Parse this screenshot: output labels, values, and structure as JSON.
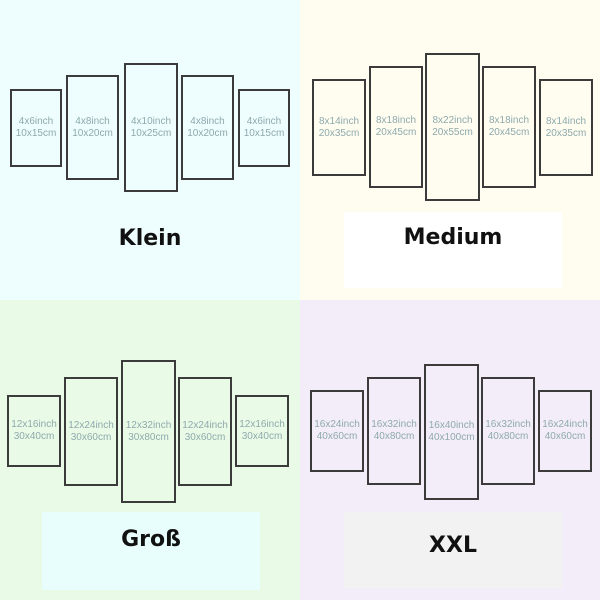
{
  "variants": [
    {
      "label": "Klein",
      "panels": [
        {
          "inch": "4x6inch",
          "cm": "10x15cm"
        },
        {
          "inch": "4x8inch",
          "cm": "10x20cm"
        },
        {
          "inch": "4x10inch",
          "cm": "10x25cm"
        },
        {
          "inch": "4x8inch",
          "cm": "10x20cm"
        },
        {
          "inch": "4x6inch",
          "cm": "10x15cm"
        }
      ]
    },
    {
      "label": "Medium",
      "panels": [
        {
          "inch": "8x14inch",
          "cm": "20x35cm"
        },
        {
          "inch": "8x18inch",
          "cm": "20x45cm"
        },
        {
          "inch": "8x22inch",
          "cm": "20x55cm"
        },
        {
          "inch": "8x18inch",
          "cm": "20x45cm"
        },
        {
          "inch": "8x14inch",
          "cm": "20x35cm"
        }
      ]
    },
    {
      "label": "Groß",
      "panels": [
        {
          "inch": "12x16inch",
          "cm": "30x40cm"
        },
        {
          "inch": "12x24inch",
          "cm": "30x60cm"
        },
        {
          "inch": "12x32inch",
          "cm": "30x80cm"
        },
        {
          "inch": "12x24inch",
          "cm": "30x60cm"
        },
        {
          "inch": "12x16inch",
          "cm": "30x40cm"
        }
      ]
    },
    {
      "label": "XXL",
      "panels": [
        {
          "inch": "16x24inch",
          "cm": "40x60cm"
        },
        {
          "inch": "16x32inch",
          "cm": "40x80cm"
        },
        {
          "inch": "16x40inch",
          "cm": "40x100cm"
        },
        {
          "inch": "16x32inch",
          "cm": "40x80cm"
        },
        {
          "inch": "16x24inch",
          "cm": "40x60cm"
        }
      ]
    }
  ]
}
